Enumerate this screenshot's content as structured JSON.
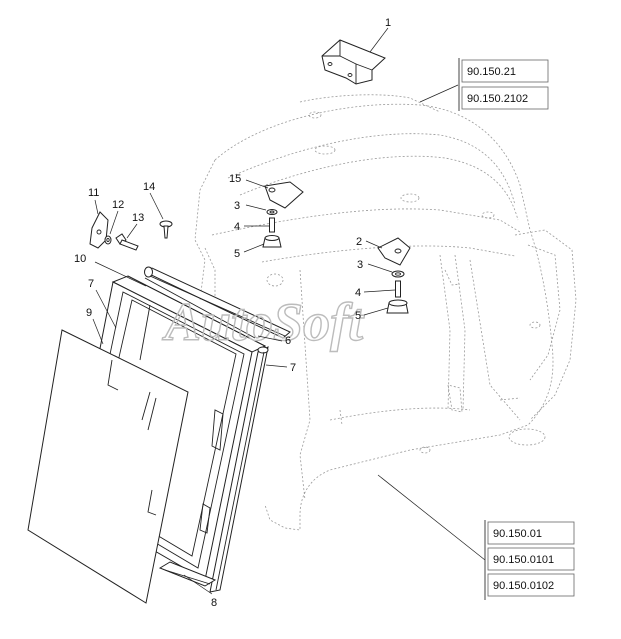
{
  "watermark": "AutoSoft",
  "callouts": [
    {
      "id": "c1",
      "label": "1"
    },
    {
      "id": "c15",
      "label": "15"
    },
    {
      "id": "c3a",
      "label": "3"
    },
    {
      "id": "c4a",
      "label": "4"
    },
    {
      "id": "c5a",
      "label": "5"
    },
    {
      "id": "c2",
      "label": "2"
    },
    {
      "id": "c3b",
      "label": "3"
    },
    {
      "id": "c4b",
      "label": "4"
    },
    {
      "id": "c5b",
      "label": "5"
    },
    {
      "id": "c11",
      "label": "11"
    },
    {
      "id": "c12",
      "label": "12"
    },
    {
      "id": "c13",
      "label": "13"
    },
    {
      "id": "c14",
      "label": "14"
    },
    {
      "id": "c10",
      "label": "10"
    },
    {
      "id": "c7a",
      "label": "7"
    },
    {
      "id": "c9",
      "label": "9"
    },
    {
      "id": "c6",
      "label": "6"
    },
    {
      "id": "c7b",
      "label": "7"
    },
    {
      "id": "c8",
      "label": "8"
    }
  ],
  "reference_boxes": {
    "top": [
      "90.150.21",
      "90.150.2102"
    ],
    "bottom": [
      "90.150.01",
      "90.150.0101",
      "90.150.0102"
    ]
  }
}
